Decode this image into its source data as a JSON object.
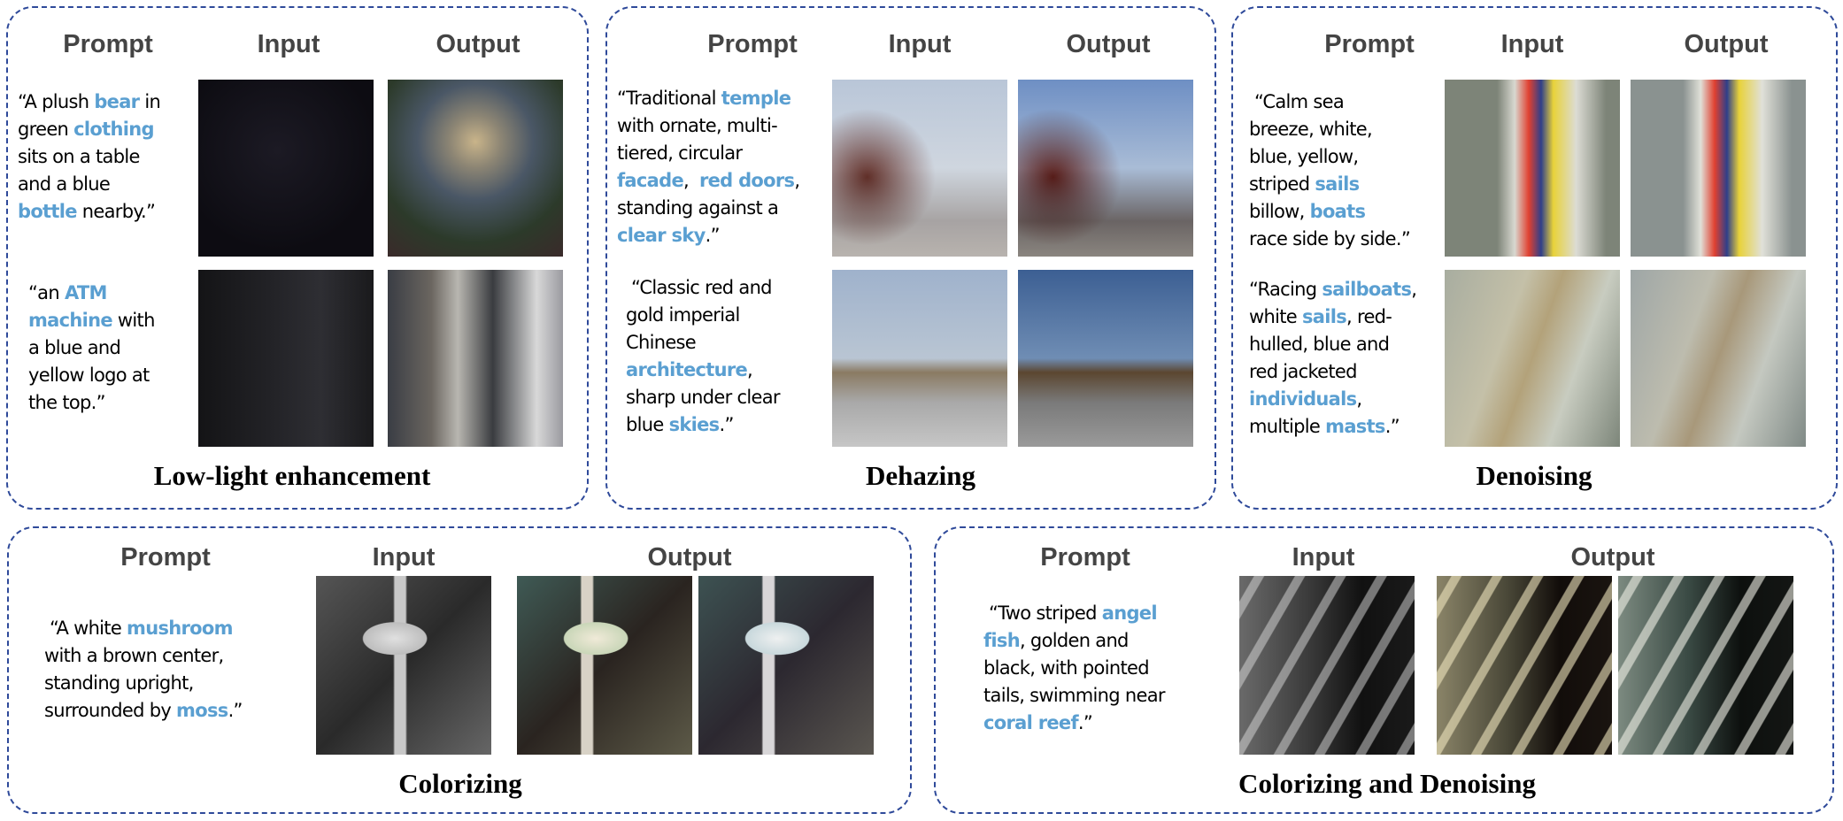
{
  "accent_color": "#5a9fd1",
  "border_color": "#2f4a9a",
  "panels": [
    {
      "title": "Low-light enhancement",
      "headers": {
        "prompt": "Prompt",
        "input": "Input",
        "output": "Output"
      },
      "rows": [
        {
          "prompt_lines": [
            [
              [
                "“A plush ",
                0
              ],
              [
                "bear",
                1
              ],
              [
                " in",
                0
              ]
            ],
            [
              [
                "green ",
                0
              ],
              [
                "clothing",
                1
              ]
            ],
            [
              [
                "sits on a table",
                0
              ]
            ],
            [
              [
                "and a blue",
                0
              ]
            ],
            [
              [
                "bottle",
                1
              ],
              [
                " nearby.”",
                0
              ]
            ]
          ]
        },
        {
          "prompt_lines": [
            [
              [
                "“an ",
                0
              ],
              [
                "ATM",
                1
              ]
            ],
            [
              [
                "machine",
                1
              ],
              [
                " with",
                0
              ]
            ],
            [
              [
                "a blue and",
                0
              ]
            ],
            [
              [
                "yellow logo at",
                0
              ]
            ],
            [
              [
                "the top.”",
                0
              ]
            ]
          ]
        }
      ]
    },
    {
      "title": "Dehazing",
      "headers": {
        "prompt": "Prompt",
        "input": "Input",
        "output": "Output"
      },
      "rows": [
        {
          "prompt_lines": [
            [
              [
                "“Traditional ",
                0
              ],
              [
                "temple",
                1
              ]
            ],
            [
              [
                "with ornate, multi-",
                0
              ]
            ],
            [
              [
                "tiered, circular",
                0
              ]
            ],
            [
              [
                "facade",
                1
              ],
              [
                ",  ",
                0
              ],
              [
                "red doors",
                1
              ],
              [
                ",",
                0
              ]
            ],
            [
              [
                "standing against a",
                0
              ]
            ],
            [
              [
                "clear sky",
                1
              ],
              [
                ".”",
                0
              ]
            ]
          ]
        },
        {
          "prompt_lines": [
            [
              [
                " “Classic red and",
                0
              ]
            ],
            [
              [
                "gold imperial",
                0
              ]
            ],
            [
              [
                "Chinese",
                0
              ]
            ],
            [
              [
                "architecture",
                1
              ],
              [
                ",",
                0
              ]
            ],
            [
              [
                "sharp under clear",
                0
              ]
            ],
            [
              [
                "blue ",
                0
              ],
              [
                "skies",
                1
              ],
              [
                ".”",
                0
              ]
            ]
          ]
        }
      ]
    },
    {
      "title": "Denoising",
      "headers": {
        "prompt": "Prompt",
        "input": "Input",
        "output": "Output"
      },
      "rows": [
        {
          "prompt_lines": [
            [
              [
                " “Calm sea",
                0
              ]
            ],
            [
              [
                "breeze, white,",
                0
              ]
            ],
            [
              [
                "blue, yellow,",
                0
              ]
            ],
            [
              [
                "striped ",
                0
              ],
              [
                "sails",
                1
              ]
            ],
            [
              [
                "billow, ",
                0
              ],
              [
                "boats",
                1
              ]
            ],
            [
              [
                "race side by side.”",
                0
              ]
            ]
          ]
        },
        {
          "prompt_lines": [
            [
              [
                "“Racing ",
                0
              ],
              [
                "sailboats",
                1
              ],
              [
                ",",
                0
              ]
            ],
            [
              [
                "white ",
                0
              ],
              [
                "sails",
                1
              ],
              [
                ", red-",
                0
              ]
            ],
            [
              [
                "hulled, blue and",
                0
              ]
            ],
            [
              [
                "red jacketed",
                0
              ]
            ],
            [
              [
                "individuals",
                1
              ],
              [
                ",",
                0
              ]
            ],
            [
              [
                "multiple ",
                0
              ],
              [
                "masts",
                1
              ],
              [
                ".”",
                0
              ]
            ]
          ]
        }
      ]
    },
    {
      "title": "Colorizing",
      "headers": {
        "prompt": "Prompt",
        "input": "Input",
        "output": "Output"
      },
      "rows": [
        {
          "prompt_lines": [
            [
              [
                " “A white ",
                0
              ],
              [
                "mushroom",
                1
              ]
            ],
            [
              [
                "with a brown center,",
                0
              ]
            ],
            [
              [
                "standing upright,",
                0
              ]
            ],
            [
              [
                "surrounded by ",
                0
              ],
              [
                "moss",
                1
              ],
              [
                ".”",
                0
              ]
            ]
          ]
        }
      ]
    },
    {
      "title": "Colorizing and Denoising",
      "headers": {
        "prompt": "Prompt",
        "input": "Input",
        "output": "Output"
      },
      "rows": [
        {
          "prompt_lines": [
            [
              [
                " “Two striped ",
                0
              ],
              [
                "angel",
                1
              ]
            ],
            [
              [
                "fish",
                1
              ],
              [
                ", golden and",
                0
              ]
            ],
            [
              [
                "black, with pointed",
                0
              ]
            ],
            [
              [
                "tails, swimming near",
                0
              ]
            ],
            [
              [
                "coral reef",
                1
              ],
              [
                ".”",
                0
              ]
            ]
          ]
        }
      ]
    }
  ]
}
